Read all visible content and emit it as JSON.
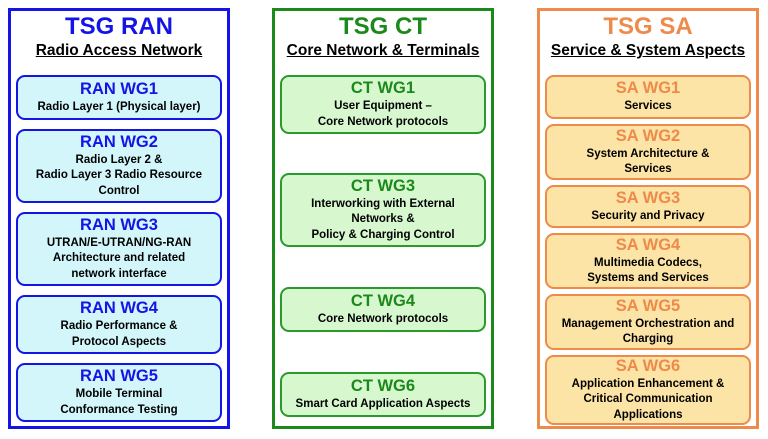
{
  "columns": [
    {
      "title": "TSG RAN",
      "subtitle": "Radio Access Network",
      "groups": [
        {
          "title": "RAN WG1",
          "lines": [
            "Radio Layer 1 (Physical layer)"
          ]
        },
        {
          "title": "RAN WG2",
          "lines": [
            "Radio Layer 2 &",
            "Radio Layer 3 Radio Resource",
            "Control"
          ]
        },
        {
          "title": "RAN WG3",
          "lines": [
            "UTRAN/E-UTRAN/NG-RAN",
            "Architecture and related",
            "network interface"
          ]
        },
        {
          "title": "RAN WG4",
          "lines": [
            "Radio Performance &",
            "Protocol Aspects"
          ]
        },
        {
          "title": "RAN WG5",
          "lines": [
            "Mobile Terminal",
            "Conformance Testing"
          ]
        }
      ]
    },
    {
      "title": "TSG CT",
      "subtitle": "Core Network & Terminals",
      "groups": [
        {
          "title": "CT WG1",
          "lines": [
            "User Equipment –",
            "Core Network  protocols"
          ]
        },
        {
          "title": "CT WG3",
          "lines": [
            "Interworking with External",
            "Networks &",
            "Policy & Charging Control"
          ]
        },
        {
          "title": "CT WG4",
          "lines": [
            "Core Network  protocols"
          ]
        },
        {
          "title": "CT WG6",
          "lines": [
            "Smart Card Application Aspects"
          ]
        }
      ]
    },
    {
      "title": "TSG SA",
      "subtitle": "Service & System Aspects",
      "groups": [
        {
          "title": "SA WG1",
          "lines": [
            "Services"
          ]
        },
        {
          "title": "SA WG2",
          "lines": [
            "System Architecture &",
            "Services"
          ]
        },
        {
          "title": "SA WG3",
          "lines": [
            "Security and Privacy"
          ]
        },
        {
          "title": "SA WG4",
          "lines": [
            "Multimedia Codecs,",
            "Systems and Services"
          ]
        },
        {
          "title": "SA WG5",
          "lines": [
            "Management Orchestration and",
            "Charging"
          ]
        },
        {
          "title": "SA WG6",
          "lines": [
            "Application Enhancement &",
            "Critical Communication",
            "Applications"
          ]
        }
      ]
    }
  ]
}
